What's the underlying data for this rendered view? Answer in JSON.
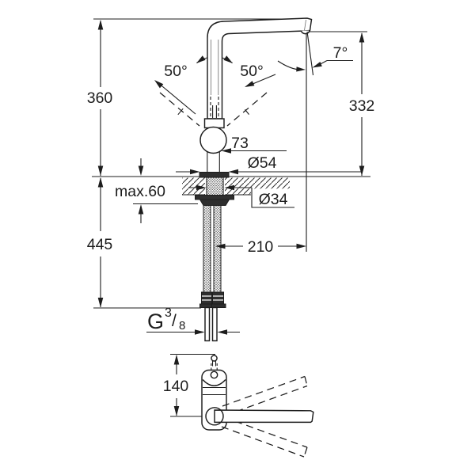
{
  "drawing": {
    "front_view": {
      "dim_overall_height": "360",
      "dim_spout_height": "332",
      "dim_swivel_left": "50°",
      "dim_swivel_right": "50°",
      "dim_spray_angle": "7°",
      "dim_ball_offset": "73",
      "dim_base_diameter": "Ø54",
      "dim_max_mounting_thickness": "max.60",
      "dim_hole_diameter": "Ø34",
      "dim_install_depth": "445",
      "dim_projection": "210",
      "thread_label": {
        "prefix": "G",
        "numerator": "3",
        "slash": "/",
        "denominator": "8"
      }
    },
    "top_view": {
      "dim_lever_length": "140"
    }
  },
  "colors": {
    "line": "#1d1d1d",
    "background": "#ffffff"
  }
}
